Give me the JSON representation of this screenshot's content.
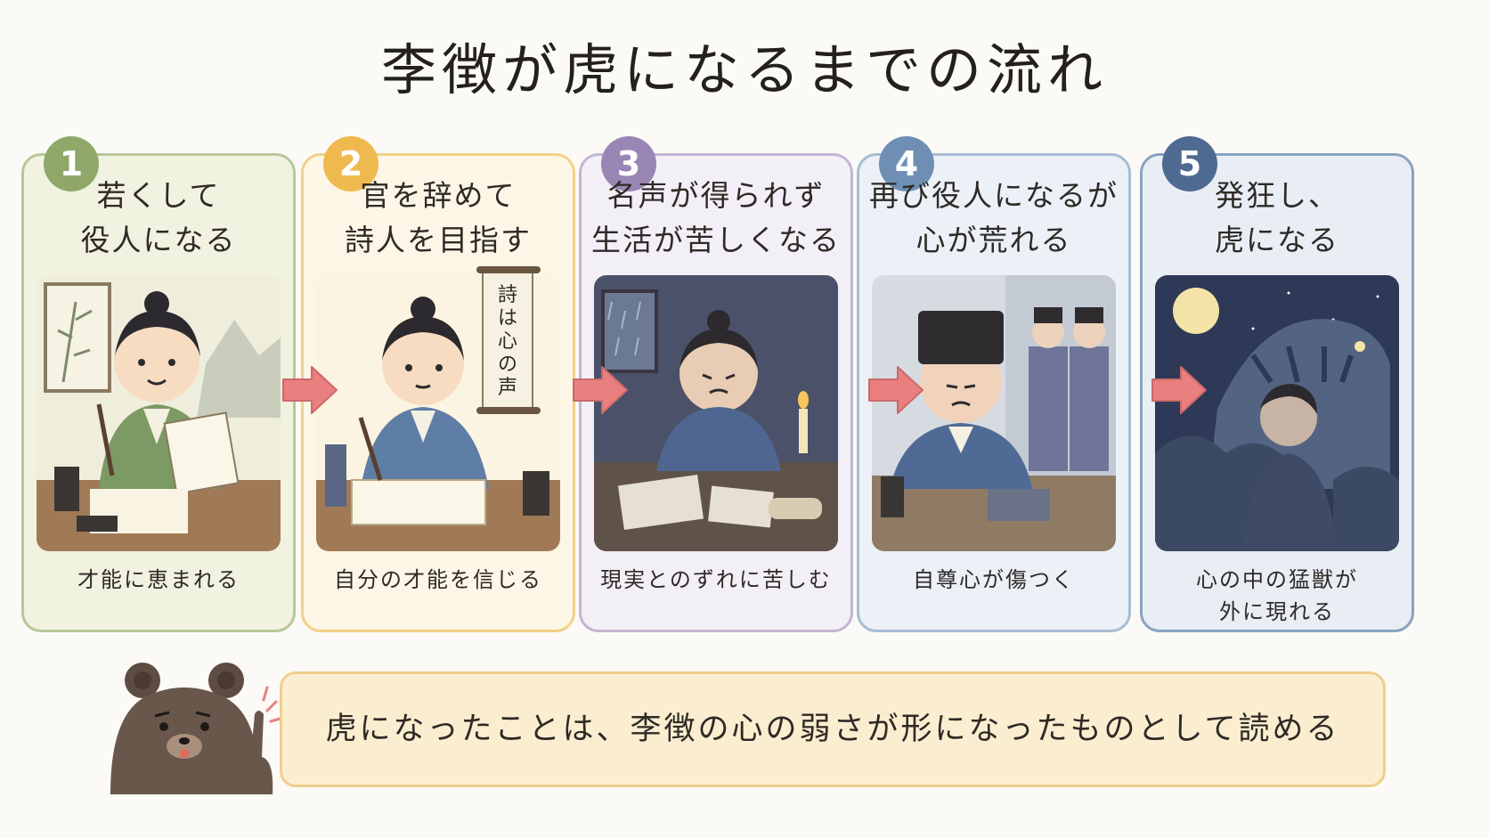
{
  "title": "李徴が虎になるまでの流れ",
  "steps": [
    {
      "number": "1",
      "heading": [
        "若くして",
        "役人になる"
      ],
      "caption": [
        "才能に恵まれる"
      ],
      "color": "#8fa86a",
      "border": "#b7c79a",
      "bg": "#f1f2e0"
    },
    {
      "number": "2",
      "heading": [
        "官を辞めて",
        "詩人を目指す"
      ],
      "caption": [
        "自分の才能を信じる"
      ],
      "color": "#f0b94f",
      "border": "#f2d08a",
      "bg": "#fdf6e6"
    },
    {
      "number": "3",
      "heading": [
        "名声が得られず",
        "生活が苦しくなる"
      ],
      "caption": [
        "現実とのずれに苦しむ"
      ],
      "color": "#9a86b4",
      "border": "#c3b5d3",
      "bg": "#f3eff6"
    },
    {
      "number": "4",
      "heading": [
        "再び役人になるが",
        "心が荒れる"
      ],
      "caption": [
        "自尊心が傷つく"
      ],
      "color": "#6e8fb3",
      "border": "#a8bdd4",
      "bg": "#ecf1f7"
    },
    {
      "number": "5",
      "heading": [
        "発狂し、",
        "虎になる"
      ],
      "caption": [
        "心の中の猛獣が",
        "外に現れる"
      ],
      "color": "#4f6a91",
      "border": "#8aa2c0",
      "bg": "#e9eef5"
    }
  ],
  "scroll_text": [
    "詩",
    "は",
    "心",
    "の",
    "声"
  ],
  "note": "虎になったことは、李徴の心の弱さが形になったものとして読める",
  "colors": {
    "arrow": "#e97f7f",
    "arrow_stroke": "#c96a6a",
    "note_bg": "#fbeed0",
    "note_border": "#f0cf8c"
  }
}
